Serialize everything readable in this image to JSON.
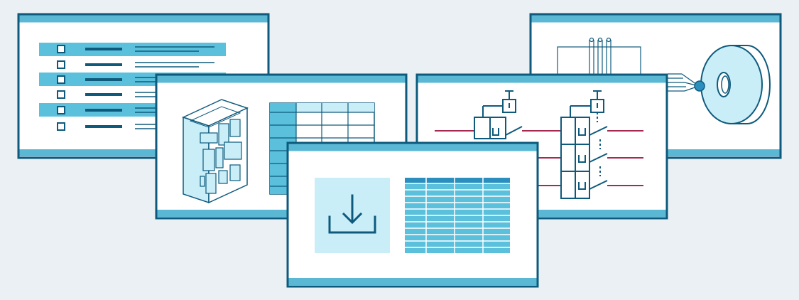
{
  "colors": {
    "background": "#EBF0F4",
    "frame": "#0E5A7C",
    "bar": "#5BB8D4",
    "window_fill": "#FFFFFF",
    "highlight": "#5BC0DC",
    "light_fill": "#C9EEF8",
    "accent_wire": "#A8294F"
  },
  "windows": [
    {
      "id": "checklist",
      "icons": [
        "checkbox-icon",
        "checkbox-icon",
        "checkbox-icon",
        "checkbox-icon",
        "checkbox-icon",
        "checkbox-icon"
      ]
    },
    {
      "id": "components",
      "icons": [
        "circuit-board-icon",
        "parts-table-icon"
      ]
    },
    {
      "id": "schematic",
      "icons": [
        "electrical-schematic-icon"
      ]
    },
    {
      "id": "motor",
      "icons": [
        "motor-disc-icon",
        "connector-icon"
      ]
    },
    {
      "id": "download",
      "icons": [
        "download-icon",
        "data-table-icon"
      ]
    }
  ]
}
